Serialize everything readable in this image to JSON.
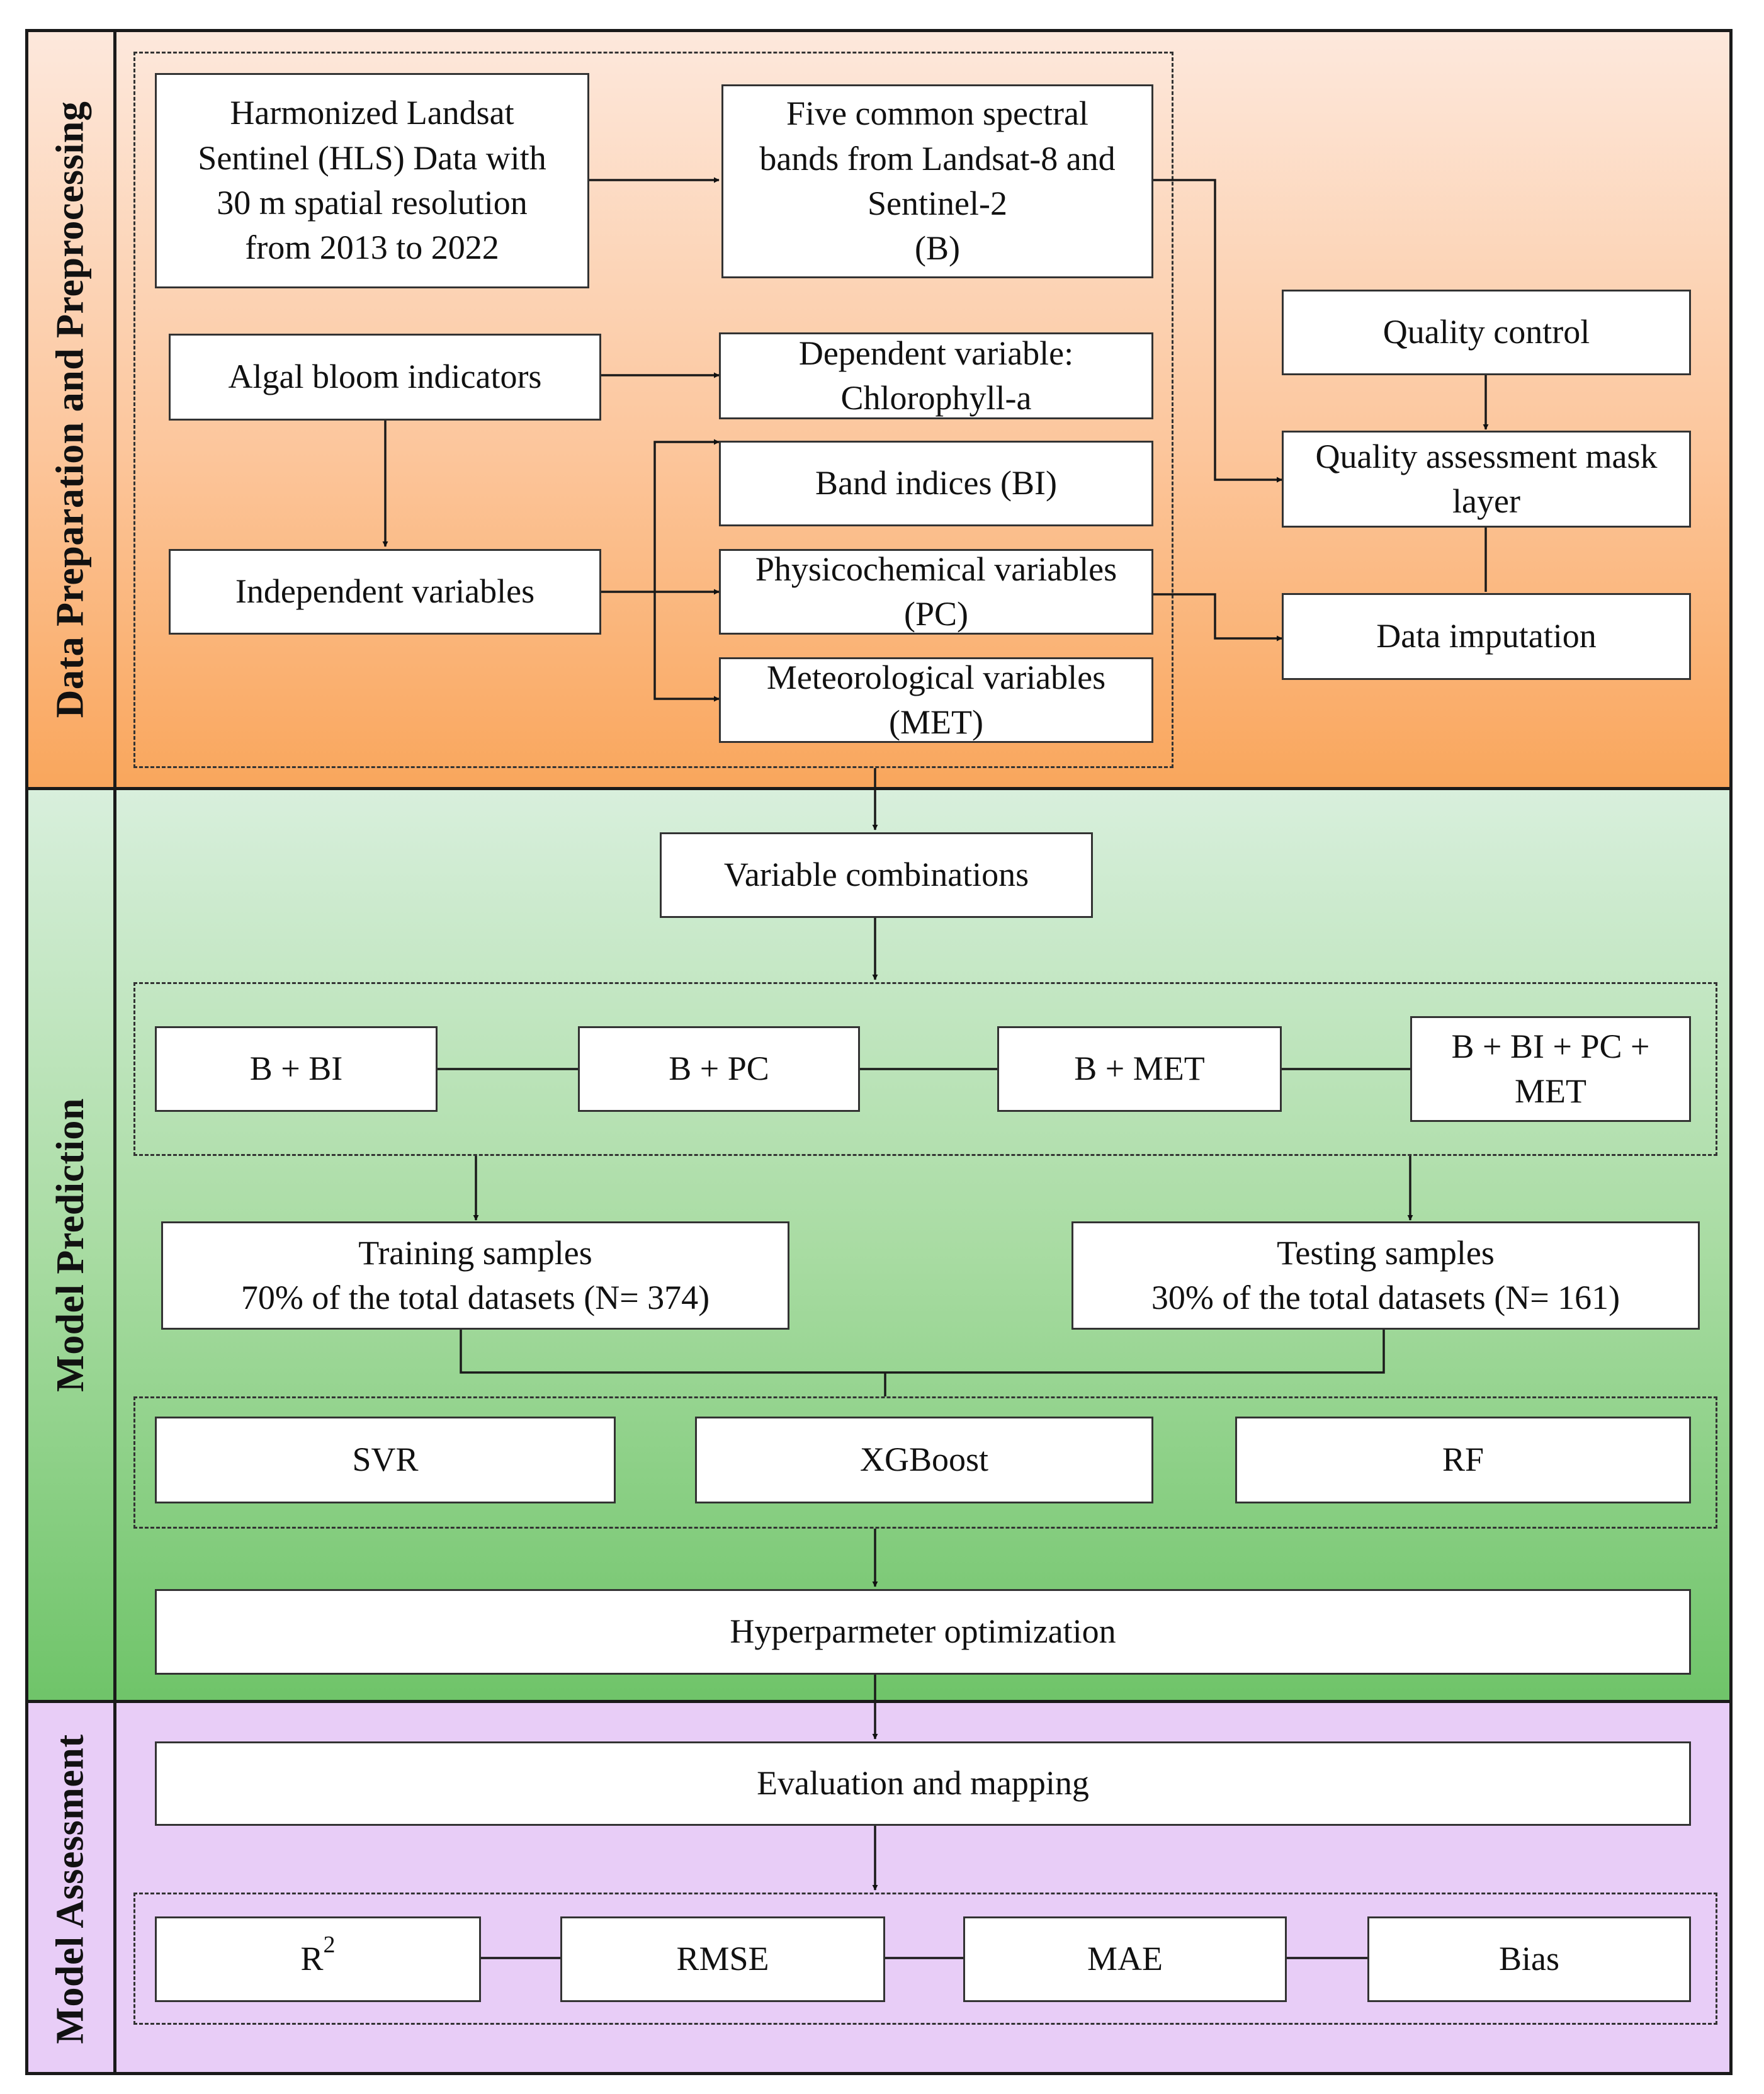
{
  "sections": {
    "prep": "Data Preparation and Preprocessing",
    "prediction": "Model Prediction",
    "assessment": "Model Assessment"
  },
  "prep": {
    "hls": "Harmonized Landsat\nSentinel (HLS) Data with\n30 m spatial resolution\nfrom 2013 to 2022",
    "bands": "Five common spectral\nbands from Landsat-8 and\nSentinel-2\n(B)",
    "algal": "Algal bloom indicators",
    "dependent": "Dependent variable:\nChlorophyll-a",
    "band_indices": "Band indices (BI)",
    "independent": "Independent variables",
    "physicochemical": "Physicochemical variables\n(PC)",
    "meteorological": "Meteorological variables\n(MET)",
    "quality_control": "Quality control",
    "qa_mask": "Quality assessment mask\nlayer",
    "imputation": "Data imputation"
  },
  "prediction": {
    "variable_combinations": "Variable combinations",
    "combos": [
      "B + BI",
      "B + PC",
      "B + MET",
      "B + BI + PC +\nMET"
    ],
    "training": "Training samples\n70% of the total datasets (N= 374)",
    "testing": "Testing samples\n30% of the total datasets (N= 161)",
    "models": [
      "SVR",
      "XGBoost",
      "RF"
    ],
    "hyper": "Hyperparmeter optimization"
  },
  "assessment": {
    "evaluation": "Evaluation and mapping",
    "r2_base": "R",
    "r2_exp": "2",
    "metrics": [
      "RMSE",
      "MAE",
      "Bias"
    ]
  }
}
